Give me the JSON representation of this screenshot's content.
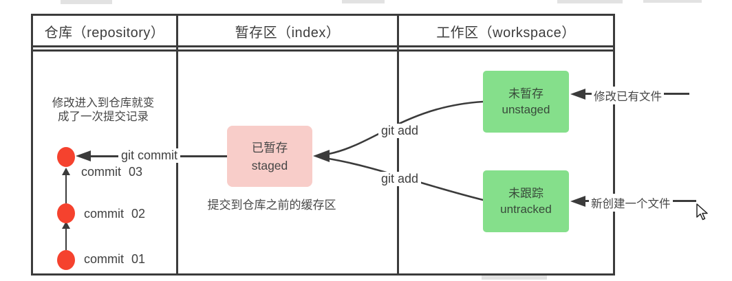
{
  "colors": {
    "green_box": "#85df8b",
    "pink_box": "#f8cdc9",
    "commit_dot": "#f5422e",
    "line": "#3b3b3b"
  },
  "table": {
    "headers": [
      {
        "label": "仓库（repository）"
      },
      {
        "label": "暂存区（index）"
      },
      {
        "label": "工作区（workspace）"
      }
    ]
  },
  "repository": {
    "note": [
      "修改进入到仓库就变",
      "成了一次提交记录"
    ],
    "git_commit_label": "git commit",
    "commits": [
      {
        "label": "commit 03"
      },
      {
        "label": "commit 02"
      },
      {
        "label": "commit 01"
      }
    ]
  },
  "index": {
    "staged": {
      "title": "已暂存",
      "subtitle": "staged"
    },
    "caption": "提交到仓库之前的缓存区"
  },
  "workspace": {
    "unstaged": {
      "title": "未暂存",
      "subtitle": "unstaged"
    },
    "untracked": {
      "title": "未跟踪",
      "subtitle": "untracked"
    },
    "git_add_upper": "git add",
    "git_add_lower": "git add",
    "modify_existing": "修改已有文件",
    "new_file": "新创建一个文件"
  }
}
